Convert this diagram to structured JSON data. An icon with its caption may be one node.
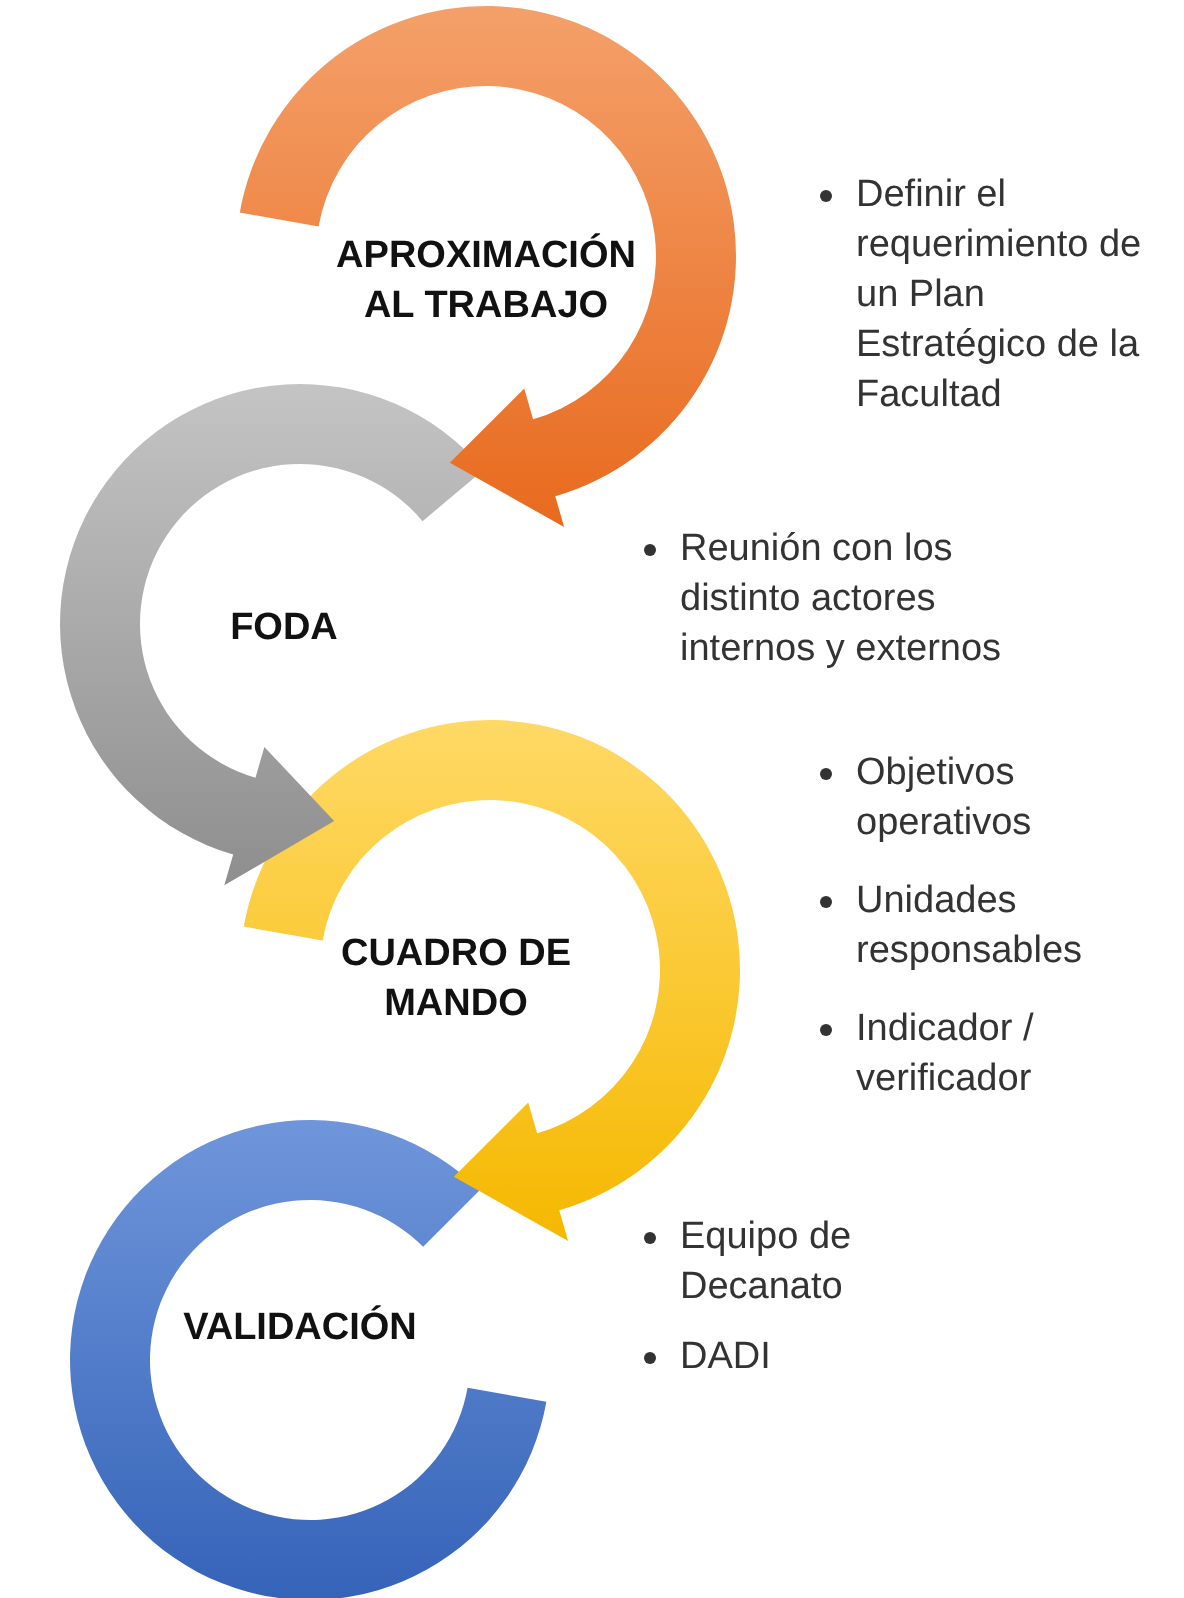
{
  "diagram": {
    "nodes": [
      {
        "text": [
          "APROXIMACIÓN AL TRABAJO"
        ]
      },
      {
        "text": [
          "FODA"
        ]
      },
      {
        "text": [
          "CUADRO DE MANDO"
        ]
      },
      {
        "text": [
          "VALIDACIÓN"
        ]
      }
    ],
    "edges": [
      {
        "from": 0,
        "to": 1,
        "arrow": "to"
      },
      {
        "from": 1,
        "to": 2,
        "arrow": "to"
      },
      {
        "from": 2,
        "to": 3,
        "arrow": "to"
      }
    ],
    "labels": [
      "Definir el requerimiento de un Plan Estratégico de la Facultad",
      "Reunión con los distinto actores internos y externos",
      "Objetivos operativos",
      "Unidades responsables",
      "Indicador / verificador",
      "Equipo de Decanato",
      "DADI"
    ]
  }
}
